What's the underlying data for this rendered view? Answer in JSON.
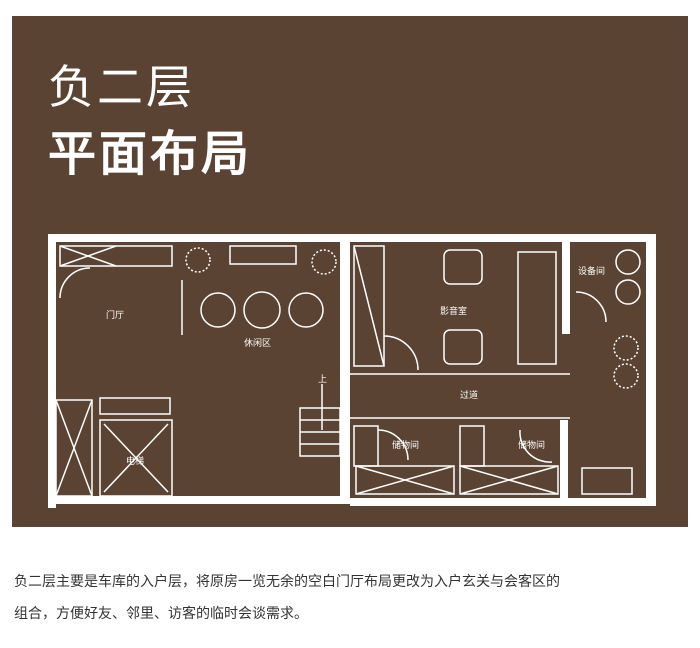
{
  "header": {
    "title_line1": "负二层",
    "title_line2": "平面布局"
  },
  "floorplan": {
    "rooms": {
      "foyer": "门厅",
      "lounge": "休闲区",
      "theater": "影音室",
      "equipment": "设备间",
      "corridor": "过道",
      "storage_left": "储物间",
      "storage_right": "储物间",
      "elevator": "电梯",
      "stairs_up": "上"
    }
  },
  "caption": {
    "line1": "负二层主要是车库的入户层，将原房一览无余的空白门厅布局更改为入户玄关与会客区的",
    "line2": "组合，方便好友、邻里、访客的临时会谈需求。"
  },
  "colors": {
    "panel": "#5a4332",
    "wall": "#ffffff",
    "caption_text": "#333333"
  }
}
